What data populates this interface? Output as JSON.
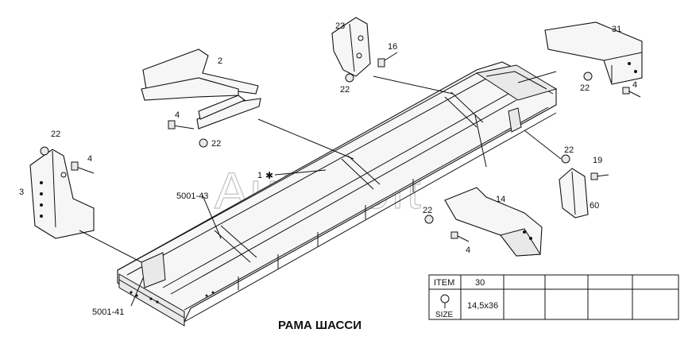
{
  "title": "РАМА ШАССИ",
  "watermark": "AutoSoft",
  "labels": {
    "l2": "2",
    "l3": "3",
    "l4a": "4",
    "l4b": "4",
    "l4c": "4",
    "l4d": "4",
    "l14": "14",
    "l16": "16",
    "l19": "19",
    "l22a": "22",
    "l22b": "22",
    "l22c": "22",
    "l22d": "22",
    "l22e": "22",
    "l22f": "22",
    "l23": "23",
    "l31": "31",
    "l60": "60",
    "l1": "1",
    "l500143": "5001-43",
    "l500141": "5001-41"
  },
  "table": {
    "item_header": "ITEM",
    "item_value": "30",
    "size_header": "SIZE",
    "size_value": "14,5x36"
  },
  "icons": {
    "bolt": "bolt-icon",
    "asterisk": "asterisk-icon"
  }
}
